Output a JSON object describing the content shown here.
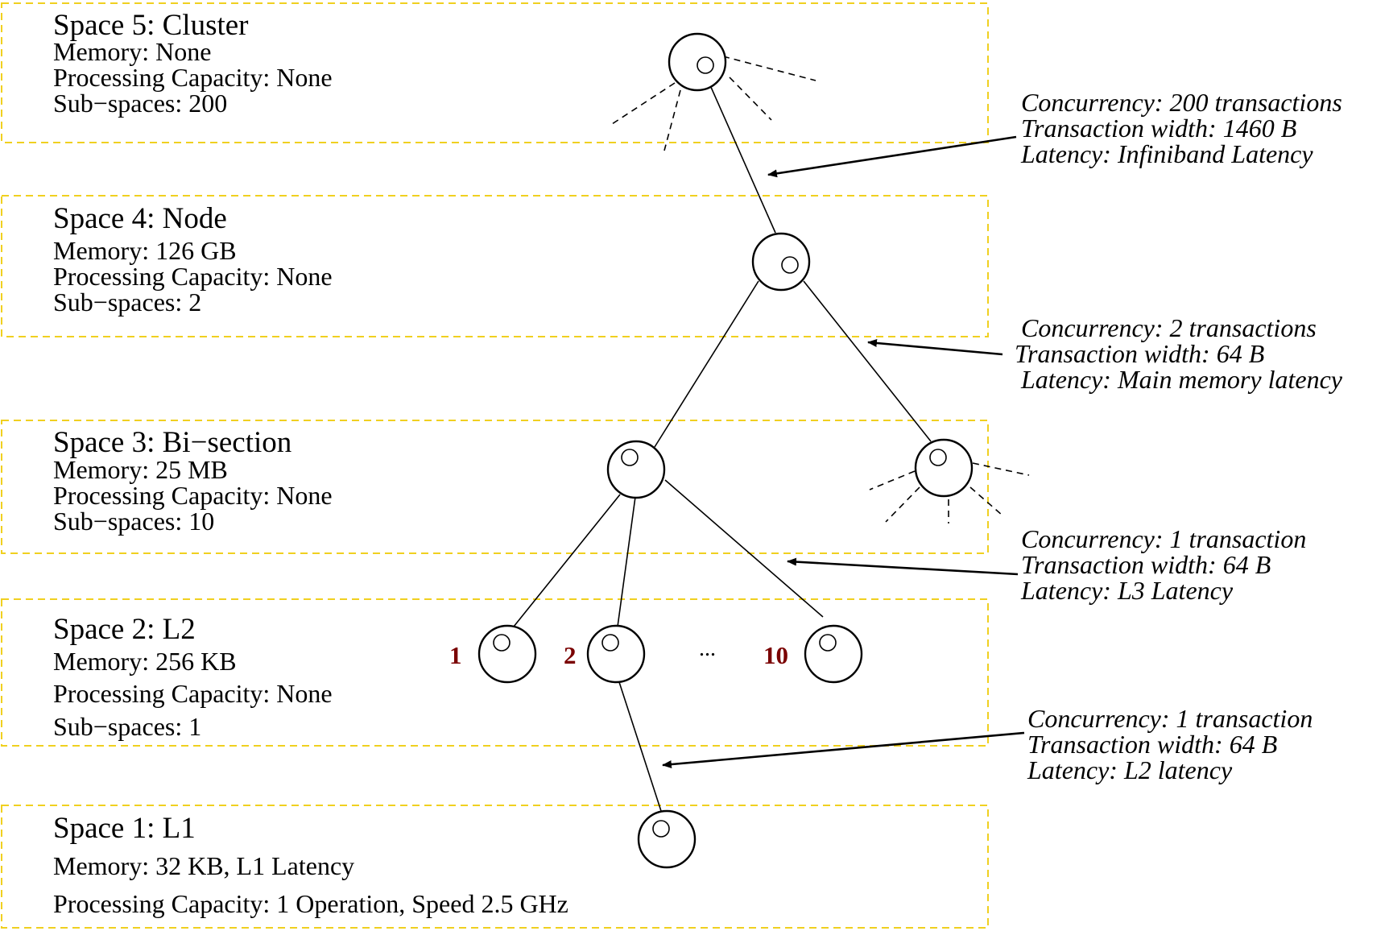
{
  "colors": {
    "space5": "#0b9a9a",
    "space4": "#8b0000",
    "space3": "#119511",
    "space2": "#111199",
    "space1": "#9912a8",
    "leaf_label": "#7a0000",
    "box_border": "#f0d020"
  },
  "spaces": [
    {
      "title": "Space 5: Cluster",
      "lines": [
        "Memory: None",
        "Processing Capacity: None",
        "Sub−spaces: 200"
      ]
    },
    {
      "title": "Space 4: Node",
      "lines": [
        "Memory: 126 GB",
        "Processing Capacity: None",
        "Sub−spaces: 2"
      ]
    },
    {
      "title": "Space 3: Bi−section",
      "lines": [
        "Memory: 25 MB",
        "Processing Capacity: None",
        "Sub−spaces: 10"
      ]
    },
    {
      "title": "Space 2: L2",
      "lines": [
        "Memory: 256 KB",
        "Processing Capacity: None",
        "Sub−spaces: 1"
      ]
    },
    {
      "title": "Space 1: L1",
      "lines": [
        "Memory: 32 KB, L1 Latency",
        "Processing Capacity: 1 Operation, Speed 2.5 GHz"
      ]
    }
  ],
  "links": [
    {
      "lines": [
        "Concurrency: 200 transactions",
        "Transaction width: 1460 B",
        "Latency: Infiniband Latency"
      ]
    },
    {
      "lines": [
        "Concurrency: 2 transactions",
        "Transaction width: 64 B",
        "Latency: Main memory latency"
      ]
    },
    {
      "lines": [
        "Concurrency: 1 transaction",
        "Transaction width: 64 B",
        "Latency: L3 Latency"
      ]
    },
    {
      "lines": [
        "Concurrency: 1 transaction",
        "Transaction width: 64 B",
        "Latency: L2 latency"
      ]
    }
  ],
  "leaf_labels": [
    "1",
    "2",
    "10"
  ],
  "ellipsis": "..."
}
